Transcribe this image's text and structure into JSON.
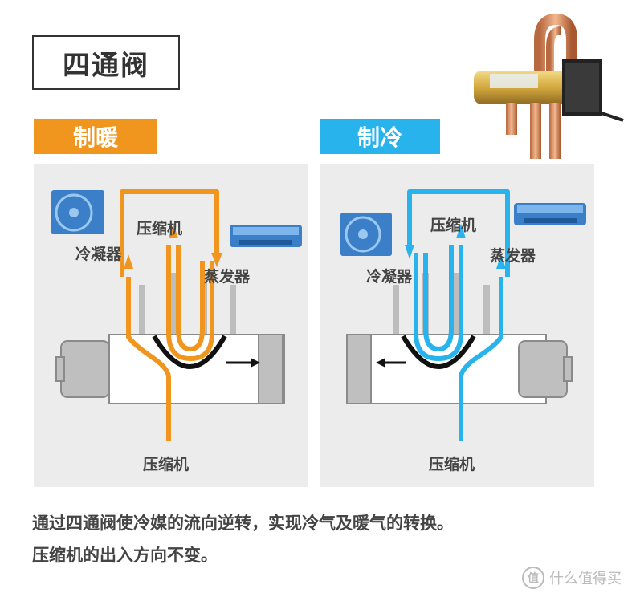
{
  "title": "四通阀",
  "modes": {
    "heating": {
      "label": "制暖",
      "compressor_top": "压缩机",
      "condenser": "冷凝器",
      "evaporator": "蒸发器",
      "compressor_bottom": "压缩机",
      "color": "#f0961e"
    },
    "cooling": {
      "label": "制冷",
      "compressor_top": "压缩机",
      "condenser": "冷凝器",
      "evaporator": "蒸发器",
      "compressor_bottom": "压缩机",
      "color": "#29b3ec"
    }
  },
  "caption": {
    "line1": "通过四通阀使冷媒的流向逆转，实现冷气及暖气的转换。",
    "line2": "压缩机的出入方向不变。"
  },
  "watermark": {
    "icon": "值",
    "text": "什么值得买"
  }
}
